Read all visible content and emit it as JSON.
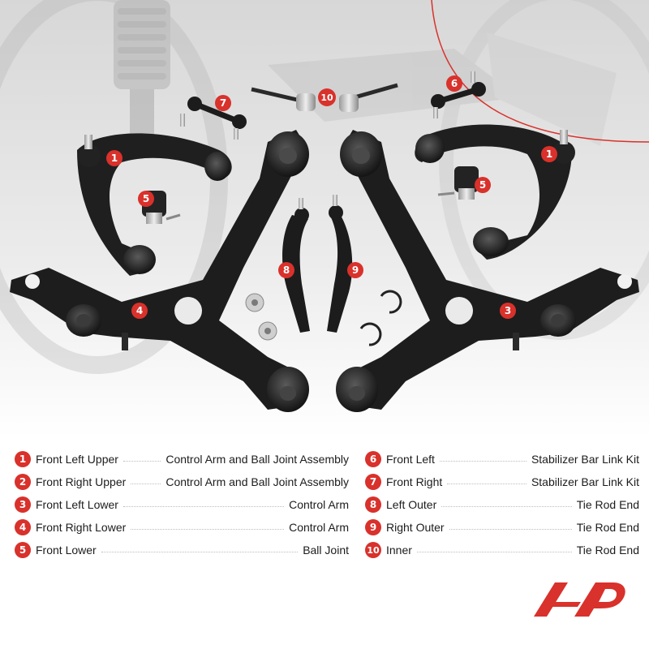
{
  "legend": {
    "left": [
      {
        "num": "1",
        "name": "Front Left Upper",
        "desc": "Control Arm and Ball Joint Assembly"
      },
      {
        "num": "2",
        "name": "Front Right Upper",
        "desc": "Control Arm and Ball Joint Assembly"
      },
      {
        "num": "3",
        "name": "Front Left Lower",
        "desc": "Control Arm"
      },
      {
        "num": "4",
        "name": "Front Right Lower",
        "desc": "Control Arm"
      },
      {
        "num": "5",
        "name": "Front Lower",
        "desc": "Ball Joint"
      }
    ],
    "right": [
      {
        "num": "6",
        "name": "Front Left",
        "desc": "Stabilizer Bar Link Kit"
      },
      {
        "num": "7",
        "name": "Front Right",
        "desc": "Stabilizer Bar Link Kit"
      },
      {
        "num": "8",
        "name": "Left Outer",
        "desc": "Tie Rod End"
      },
      {
        "num": "9",
        "name": "Right Outer",
        "desc": "Tie Rod End"
      },
      {
        "num": "10",
        "name": "Inner",
        "desc": "Tie Rod End"
      }
    ]
  },
  "photo_callouts": {
    "c1a": "1",
    "c1b": "1",
    "c3": "3",
    "c4": "4",
    "c5a": "5",
    "c5b": "5",
    "c6": "6",
    "c7": "7",
    "c8": "8",
    "c9": "9",
    "c10": "10"
  },
  "colors": {
    "accent": "#d9312b",
    "text": "#1c1c1c",
    "part_black": "#1b1b1b",
    "background_gray": "#e6e6e6"
  },
  "icons": {
    "brand_logo": "ap-brand-logo-icon"
  }
}
